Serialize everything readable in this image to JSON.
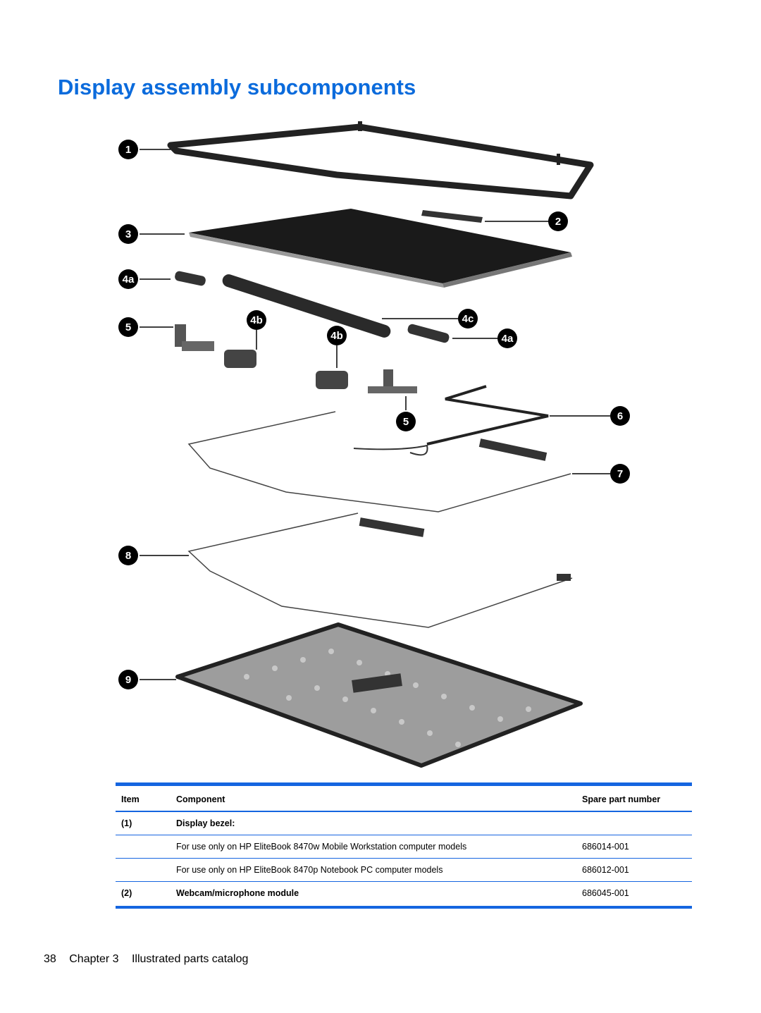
{
  "page": {
    "title": "Display assembly subcomponents"
  },
  "figure": {
    "callouts": [
      "1",
      "2",
      "3",
      "4a",
      "4b",
      "4c",
      "5",
      "6",
      "7",
      "8",
      "9"
    ]
  },
  "table": {
    "headers": {
      "item": "Item",
      "component": "Component",
      "spare": "Spare part number"
    },
    "rows": [
      {
        "item": "(1)",
        "component": "Display bezel:",
        "spare": "",
        "bold": true
      },
      {
        "item": "",
        "component": "For use only on HP EliteBook 8470w Mobile Workstation computer models",
        "spare": "686014-001",
        "bold": false
      },
      {
        "item": "",
        "component": "For use only on HP EliteBook 8470p Notebook PC computer models",
        "spare": "686012-001",
        "bold": false
      },
      {
        "item": "(2)",
        "component": "Webcam/microphone module",
        "spare": "686045-001",
        "bold": true
      }
    ]
  },
  "footer": {
    "page_number": "38",
    "chapter": "Chapter 3",
    "chapter_title": "Illustrated parts catalog"
  },
  "colors": {
    "accent": "#0b6bdc",
    "rule": "#1565e0"
  }
}
